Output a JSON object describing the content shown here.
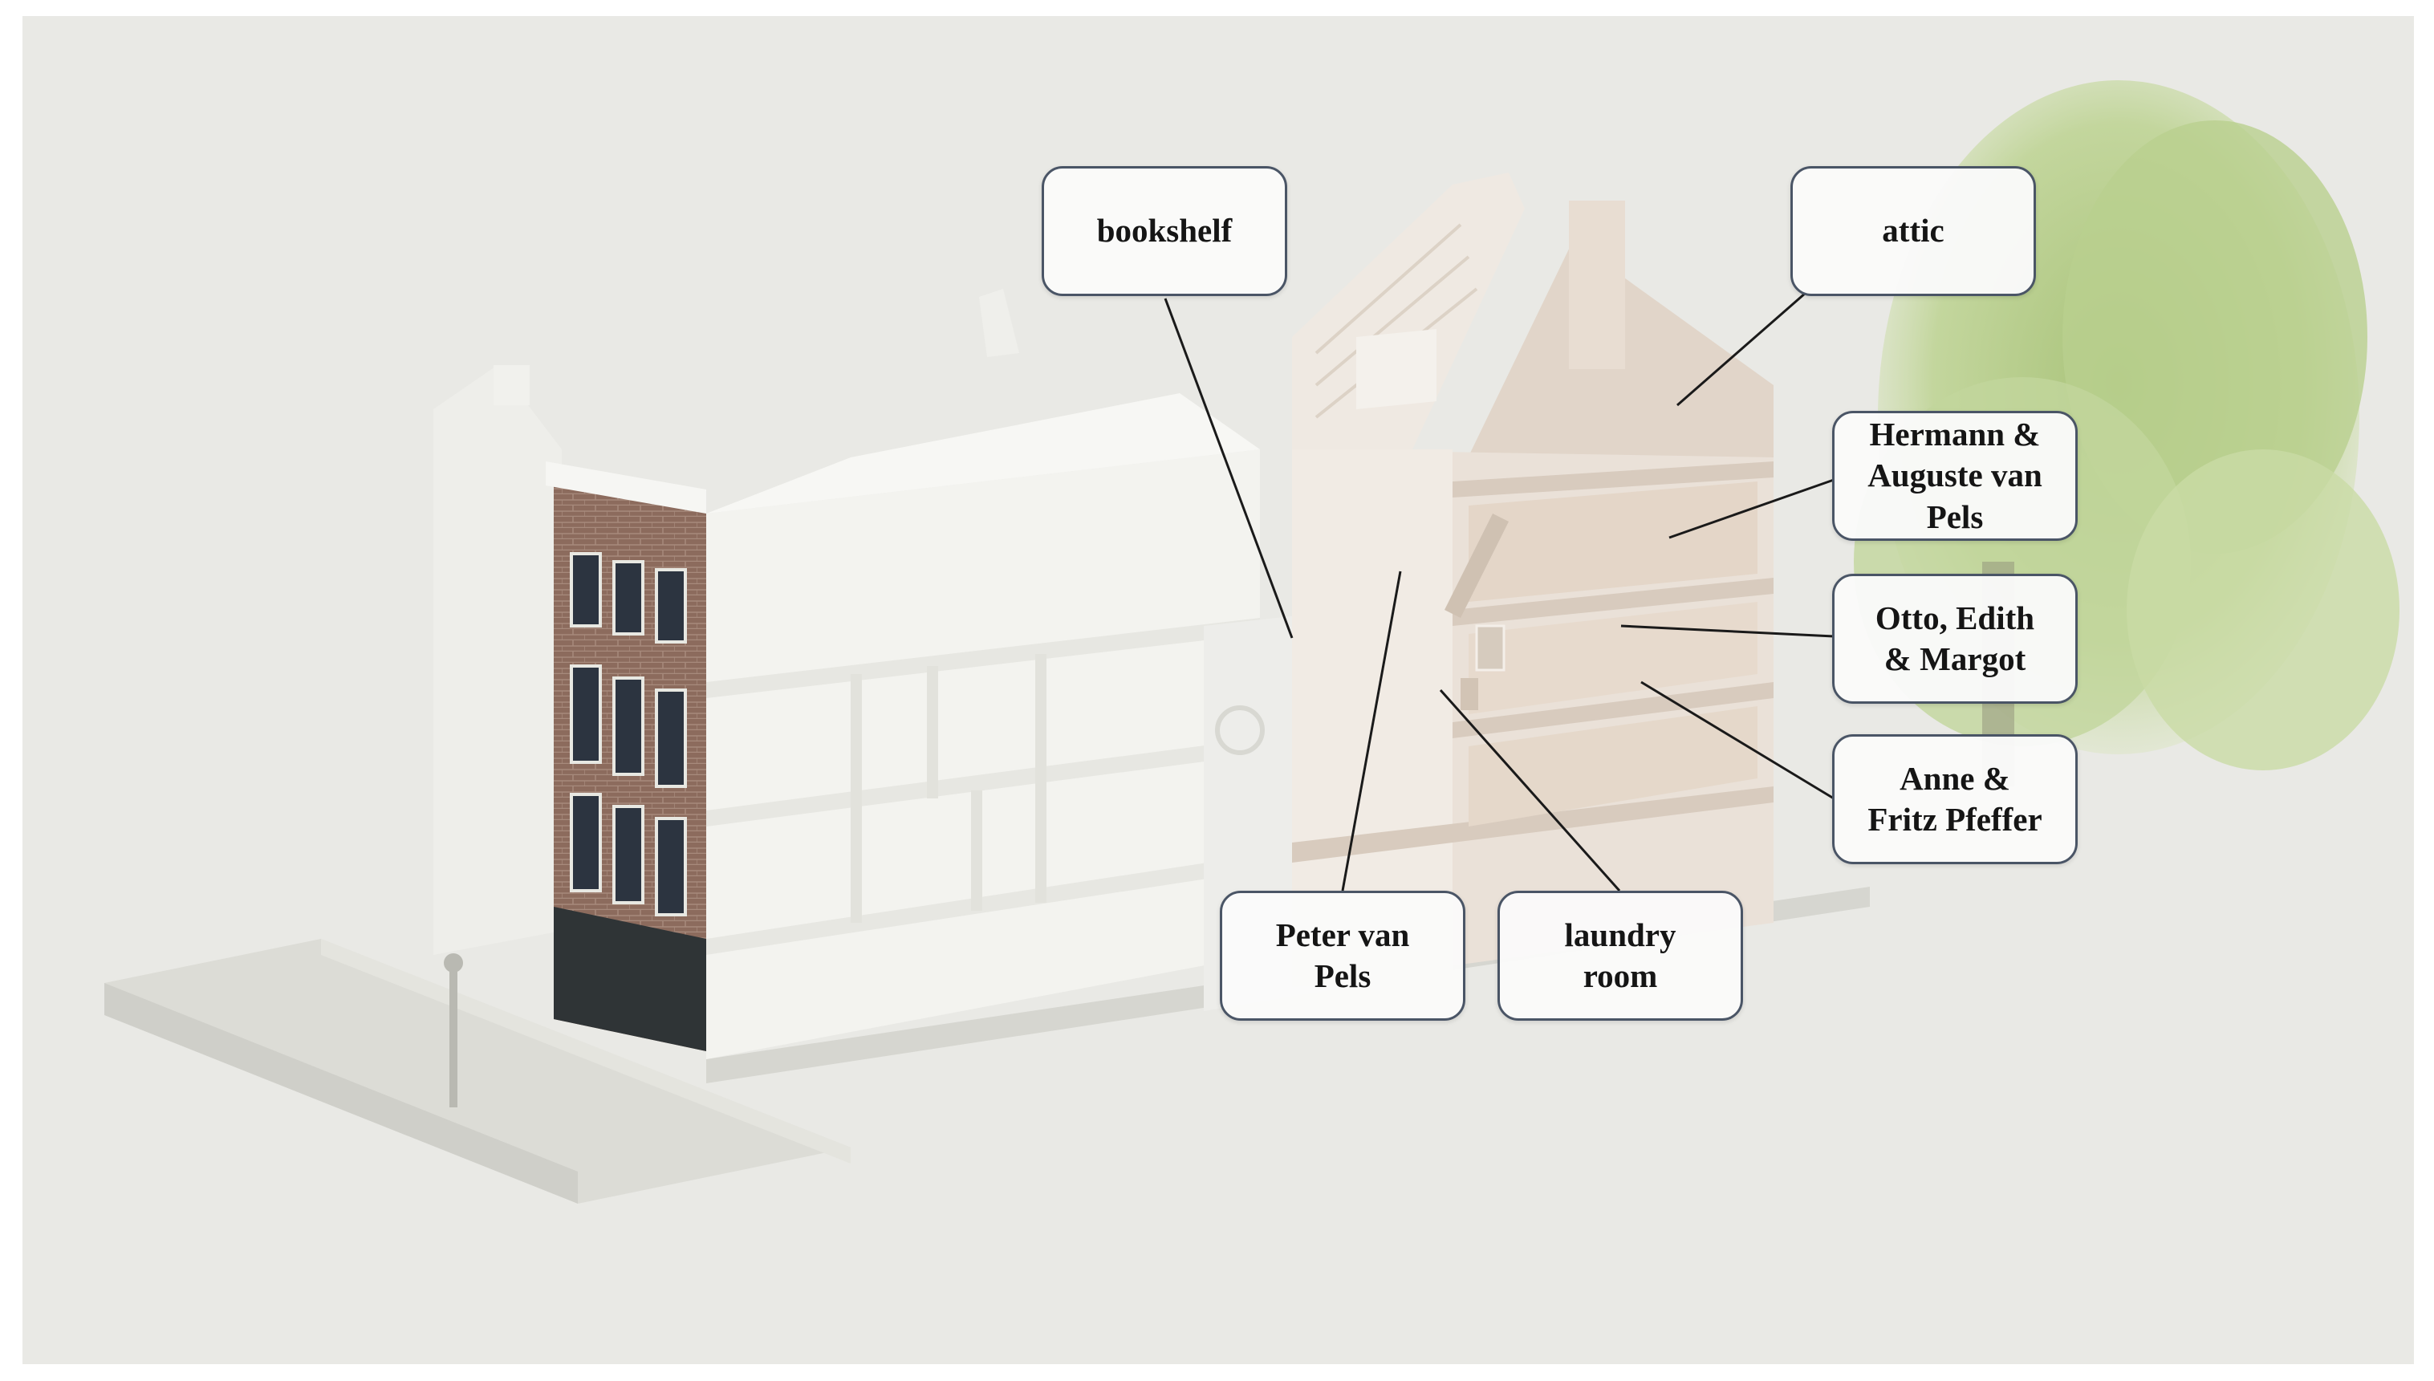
{
  "diagram": {
    "labels": {
      "bookshelf": "bookshelf",
      "attic": "attic",
      "hermann_auguste": "Hermann &\nAuguste van\nPels",
      "otto_edith_margot": "Otto, Edith\n& Margot",
      "anne_fritz": "Anne &\nFritz Pfeffer",
      "peter": "Peter van\nPels",
      "laundry": "laundry\nroom"
    },
    "colors": {
      "background": "#e9e9e5",
      "building": "#f4f4f1",
      "annex": "#e8ddd3",
      "brick": "#8a6a5c",
      "tree": "#b7cc8a",
      "leader_line": "#1a1a1a",
      "callout_border": "#4a5566"
    }
  }
}
